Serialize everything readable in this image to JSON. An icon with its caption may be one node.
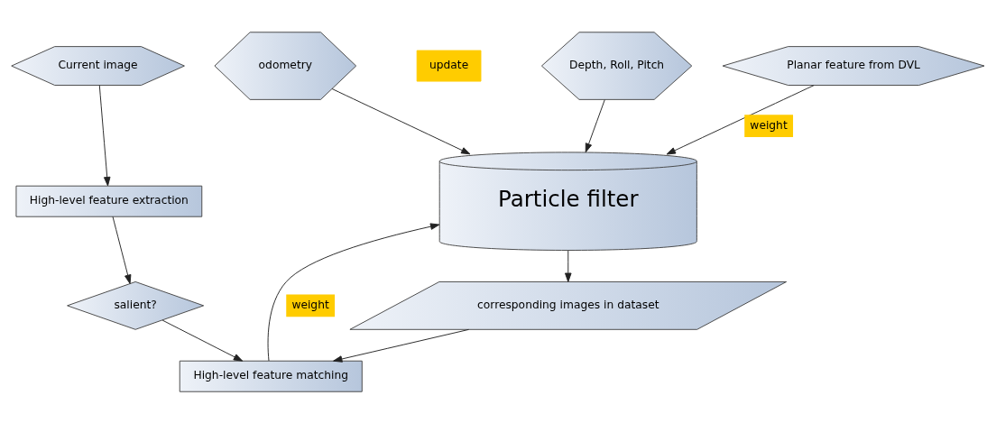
{
  "diagram": {
    "nodes": [
      {
        "text": [
          "Planar feature from DVL"
        ]
      },
      {
        "text": [
          "Current image"
        ]
      },
      {
        "text": [
          "odometry"
        ]
      },
      {
        "text": [
          "Particle filter"
        ]
      },
      {
        "text": [
          "High-level feature extraction"
        ]
      },
      {
        "text": [
          "salient?"
        ]
      },
      {
        "text": [
          "Depth, Roll, Pitch"
        ]
      },
      {
        "text": [
          "corresponding images in dataset"
        ]
      },
      {
        "text": [
          "High-level feature matching"
        ]
      }
    ],
    "edges": [
      {
        "from": 0,
        "to": 3,
        "arrow": "to",
        "label": "weight"
      },
      {
        "from": 1,
        "to": 4,
        "arrow": "to"
      },
      {
        "from": 2,
        "to": 3,
        "arrow": "to"
      },
      {
        "from": 6,
        "to": 3,
        "arrow": "to"
      },
      {
        "from": 4,
        "to": 5,
        "arrow": "to"
      },
      {
        "from": 5,
        "to": 8,
        "arrow": "to"
      },
      {
        "from": 8,
        "to": 3,
        "arrow": "to",
        "label": "weight"
      },
      {
        "from": 3,
        "to": 7,
        "arrow": "to"
      },
      {
        "from": 7,
        "to": 8,
        "arrow": "to"
      }
    ],
    "labels": [
      "update"
    ]
  }
}
